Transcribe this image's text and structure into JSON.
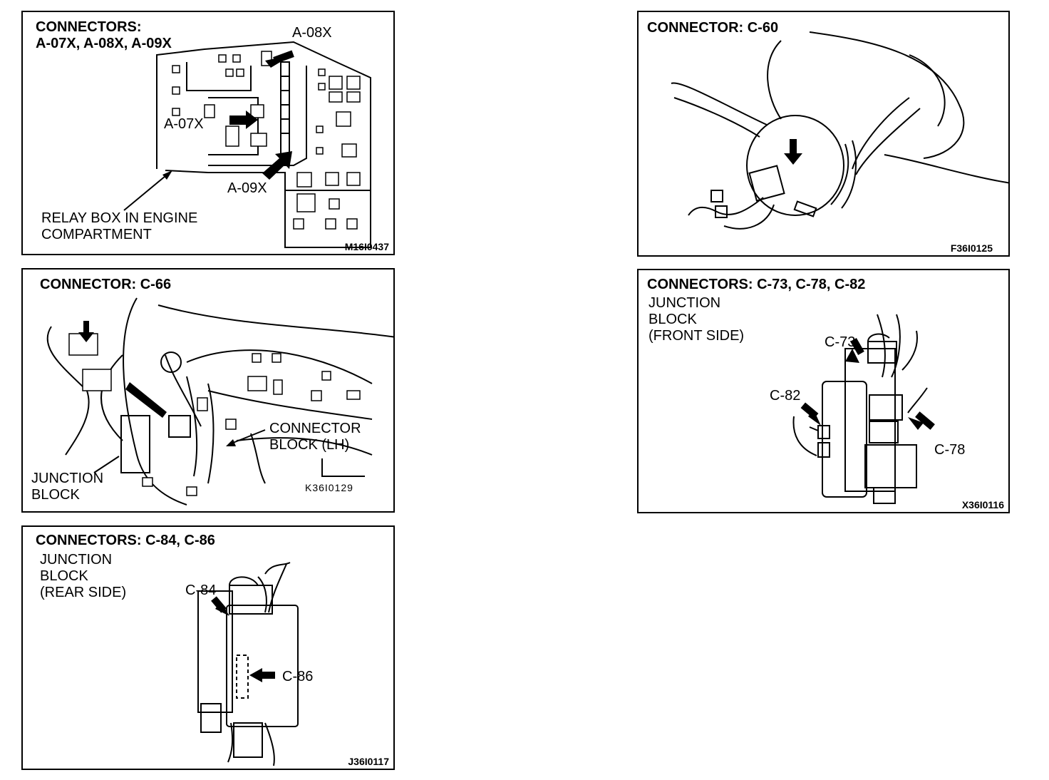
{
  "panels": {
    "p1": {
      "title_line1": "CONNECTORS:",
      "title_line2": "A-07X, A-08X, A-09X",
      "callouts": {
        "a08x": "A-08X",
        "a07x": "A-07X",
        "a09x": "A-09X"
      },
      "caption_line1": "RELAY BOX IN ENGINE",
      "caption_line2": "COMPARTMENT",
      "ref": "M16I0437"
    },
    "p2": {
      "title": "CONNECTOR: C-60",
      "ref": "F36I0125"
    },
    "p3": {
      "title": "CONNECTOR: C-66",
      "connector_block_line1": "CONNECTOR",
      "connector_block_line2": "BLOCK (LH)",
      "junction_line1": "JUNCTION",
      "junction_line2": "BLOCK",
      "ref": "K36I0129"
    },
    "p4": {
      "title": "CONNECTORS: C-73, C-78, C-82",
      "sub_line1": "JUNCTION",
      "sub_line2": "BLOCK",
      "sub_line3": "(FRONT SIDE)",
      "callouts": {
        "c73": "C-73",
        "c82": "C-82",
        "c78": "C-78"
      },
      "ref": "X36I0116"
    },
    "p5": {
      "title": "CONNECTORS: C-84, C-86",
      "sub_line1": "JUNCTION",
      "sub_line2": "BLOCK",
      "sub_line3": "(REAR SIDE)",
      "callouts": {
        "c84": "C-84",
        "c86": "C-86"
      },
      "ref": "J36I0117"
    }
  }
}
